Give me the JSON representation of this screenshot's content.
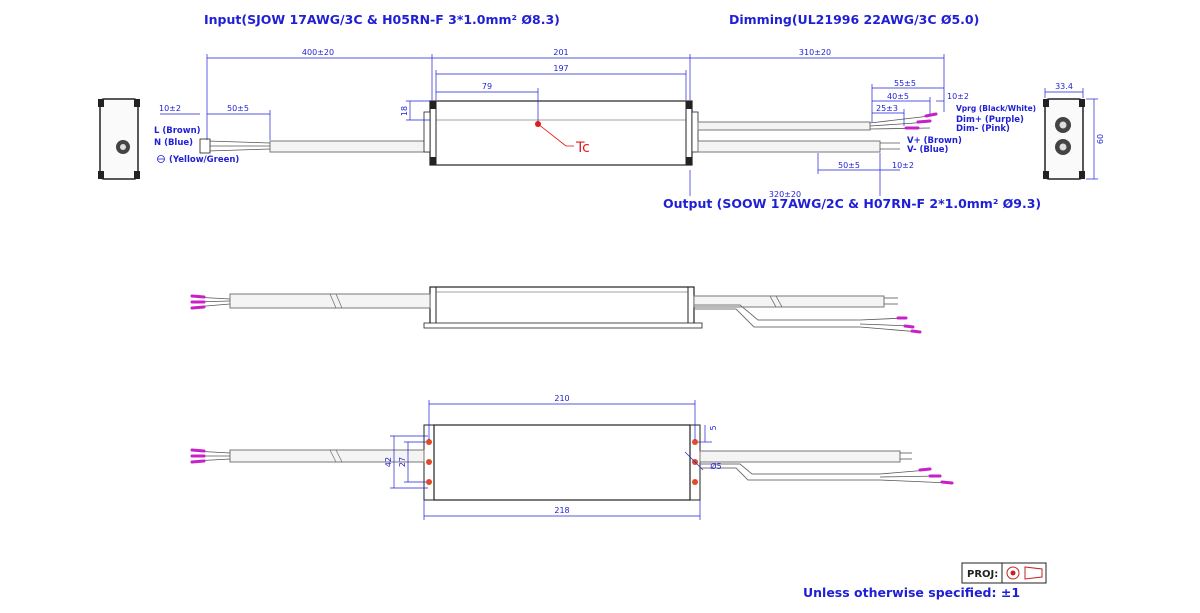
{
  "headers": {
    "input": "Input(SJOW 17AWG/3C & H05RN-F 3*1.0mm² Ø8.3)",
    "dimming": "Dimming(UL21996 22AWG/3C Ø5.0)",
    "output": "Output (SOOW 17AWG/2C & H07RN-F 2*1.0mm² Ø9.3)"
  },
  "top_view": {
    "dims": {
      "input_cable": "400±20",
      "body_length": "201",
      "inner_length": "197",
      "tc_offset": "79",
      "dim_cable": "310±20",
      "strip_left": "10±2",
      "strip_left_2": "50±5",
      "dim_55": "55±5",
      "dim_40": "40±5",
      "dim_25": "25±3",
      "dim_10_top": "10±2",
      "height_18": "18",
      "out_50": "50±5",
      "out_10": "10±2",
      "out_cable": "320±20",
      "end_width": "33.4",
      "end_height": "60"
    },
    "labels": {
      "l_brown": "L (Brown)",
      "n_blue": "N (Blue)",
      "ground": "(Yellow/Green)",
      "vprg": "Vprg (Black/White)",
      "dim_plus": "Dim+ (Purple)",
      "dim_minus": "Dim- (Pink)",
      "v_plus": "V+ (Brown)",
      "v_minus": "V- (Blue)",
      "tc": "Tc"
    }
  },
  "bottom_view": {
    "dims": {
      "mount_inner": "210",
      "mount_outer": "218",
      "h_42": "42",
      "h_27": "27",
      "hole_5": "5",
      "hole_dia": "Ø5"
    }
  },
  "footer": {
    "proj_label": "PROJ:",
    "note": "Unless otherwise specified: ±1"
  },
  "colors": {
    "annotation": "#1f1fd6",
    "tc_marker": "#e21b1b",
    "wire_tip": "#c81fc8"
  }
}
